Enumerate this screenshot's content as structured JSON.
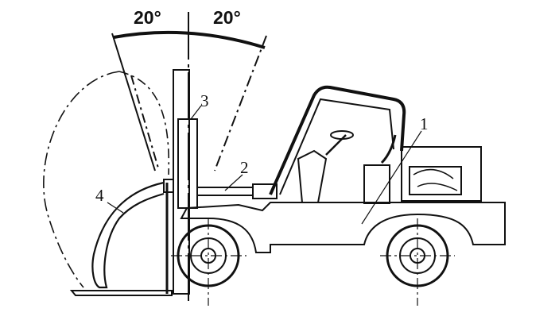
{
  "angles": {
    "left": "20°",
    "right": "20°"
  },
  "callouts": {
    "c1": "1",
    "c2": "2",
    "c3": "3",
    "c4": "4"
  }
}
